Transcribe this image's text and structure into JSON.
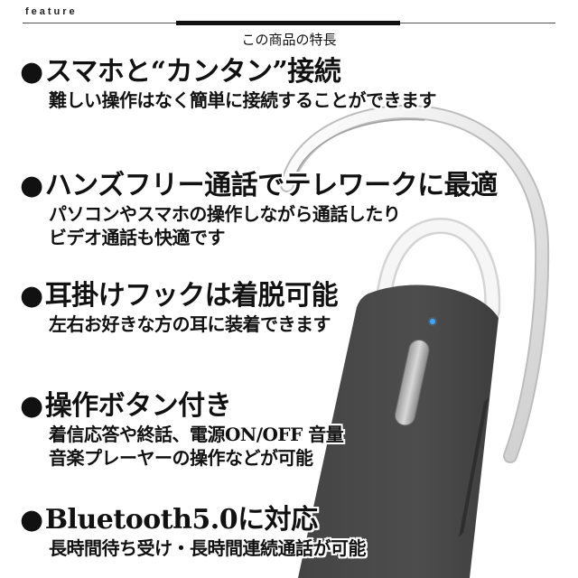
{
  "header": {
    "label": "feature",
    "title": "この商品の特長"
  },
  "colors": {
    "body": "#4a4a4a",
    "led": "#3fa9f5",
    "hook": "#f2f2f2",
    "text": "#111111"
  },
  "product": {
    "image_alt": "earhook-bluetooth-headset",
    "led_icon": "led-indicator",
    "button_icon": "multifunction-button"
  },
  "features": [
    {
      "bullet": "●",
      "title": "スマホと“カンタン”接続",
      "lines": [
        "難しい操作はなく簡単に接続することができます"
      ]
    },
    {
      "bullet": "●",
      "title": "ハンズフリー通話でテレワークに最適",
      "lines": [
        "パソコンやスマホの操作しながら通話したり",
        "ビデオ通話も快適です"
      ]
    },
    {
      "bullet": "●",
      "title": "耳掛けフックは着脱可能",
      "lines": [
        "左右お好きな方の耳に装着できます"
      ]
    },
    {
      "bullet": "●",
      "title": "操作ボタン付き",
      "lines": [
        "着信応答や終話、電源ON/OFF 音量",
        "音楽プレーヤーの操作などが可能"
      ]
    },
    {
      "bullet": "●",
      "title": "Bluetooth5.0に対応",
      "lines": [
        "長時間待ち受け・長時間連続通話が可能"
      ]
    }
  ]
}
